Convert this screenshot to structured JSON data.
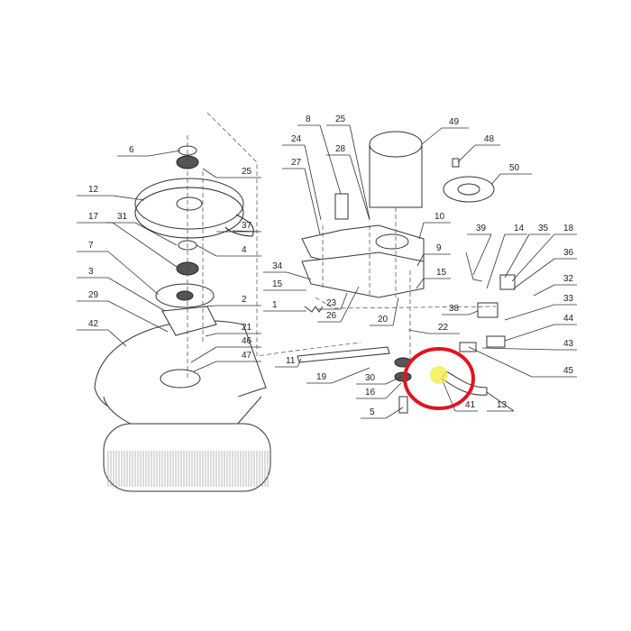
{
  "diagram": {
    "callouts": [
      "6",
      "12",
      "17",
      "31",
      "7",
      "3",
      "29",
      "42",
      "25",
      "37",
      "4",
      "2",
      "21",
      "46",
      "47",
      "8",
      "25",
      "24",
      "28",
      "27",
      "49",
      "48",
      "50",
      "10",
      "39",
      "14",
      "35",
      "18",
      "36",
      "9",
      "15",
      "32",
      "34",
      "15",
      "23",
      "1",
      "26",
      "38",
      "33",
      "20",
      "22",
      "44",
      "43",
      "11",
      "19",
      "30",
      "45",
      "16",
      "41",
      "13",
      "5"
    ],
    "highlight": {
      "part": "41",
      "ring_color": "#e0141e",
      "marker_color": "#f2ee4a"
    }
  }
}
